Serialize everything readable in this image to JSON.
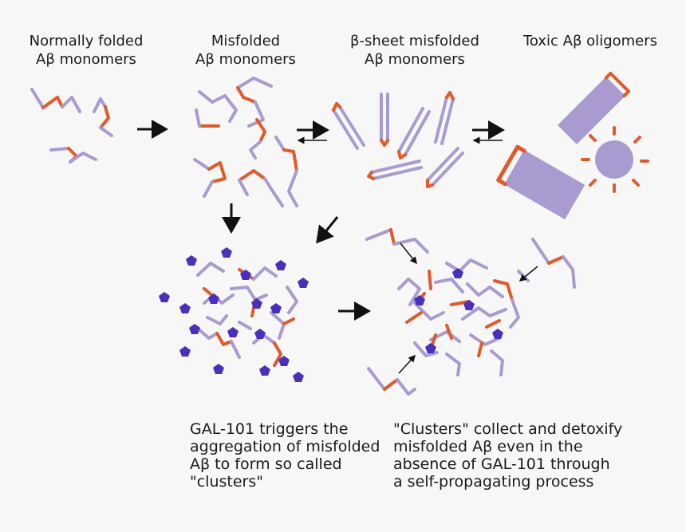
{
  "labels": {
    "stage1": [
      "Normally folded",
      "Aβ monomers"
    ],
    "stage2": [
      "Misfolded",
      "Aβ monomers"
    ],
    "stage3": [
      "β-sheet misfolded",
      "Aβ monomers"
    ],
    "stage4": [
      "Toxic Aβ oligomers"
    ]
  },
  "captions": {
    "left": [
      "GAL-101 triggers the",
      "aggregation of misfolded",
      "Aβ to form so called",
      "\"clusters\""
    ],
    "right": [
      "\"Clusters\" collect and detoxify",
      "misfolded Aβ even in the",
      "absence of GAL-101 through",
      "a self-propagating process"
    ]
  },
  "colors": {
    "strand": "#a99bd0",
    "turn": "#e05a2b",
    "compound": "#4a2fbd",
    "arrow": "#111111"
  },
  "icons": [
    "straight-arrow",
    "equilibrium-arrows",
    "pentagon-compound"
  ]
}
